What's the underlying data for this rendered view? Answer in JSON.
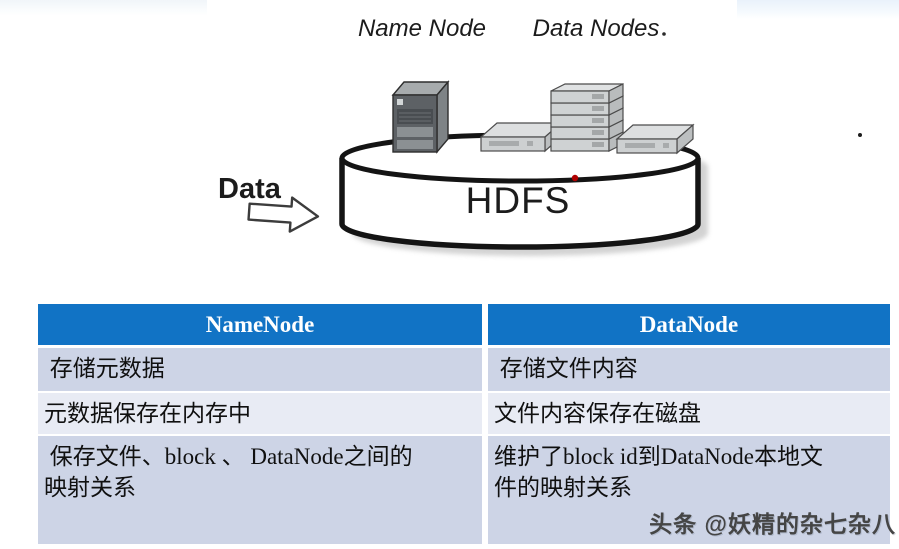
{
  "diagram": {
    "name_node_label": "Name Node",
    "data_nodes_label": "Data Nodes",
    "data_label": "Data",
    "hdfs_label": "HDFS",
    "icons": {
      "name_node": "server-tower-icon",
      "data_nodes": "disk-array-icons",
      "data_flow": "block-arrow-right-icon",
      "storage": "cylinder-icon"
    },
    "colors": {
      "cylinder_outline": "#141414",
      "cylinder_fill": "#ffffff",
      "shadow_gray": "#c4c4c4",
      "server_gray": "#5d6165",
      "disk_gray": "#cdd0d1",
      "red_dot": "#b00000"
    }
  },
  "table": {
    "colors": {
      "header_bg": "#1173C5",
      "header_text": "#ffffff",
      "row_odd_bg": "#CDD4E6",
      "row_even_bg": "#E8EBF4",
      "body_text": "#101010"
    },
    "headers": [
      {
        "label": "NameNode"
      },
      {
        "label": "DataNode"
      }
    ],
    "rows": [
      {
        "left": " 存储元数据",
        "right": " 存储文件内容"
      },
      {
        "left": "元数据保存在内存中",
        "right": "文件内容保存在磁盘"
      },
      {
        "left": " 保存文件、block 、 DataNode之间的\n映射关系",
        "right": "维护了block id到DataNode本地文\n件的映射关系"
      }
    ]
  },
  "watermark": {
    "text": "头条 @妖精的杂七杂八"
  }
}
